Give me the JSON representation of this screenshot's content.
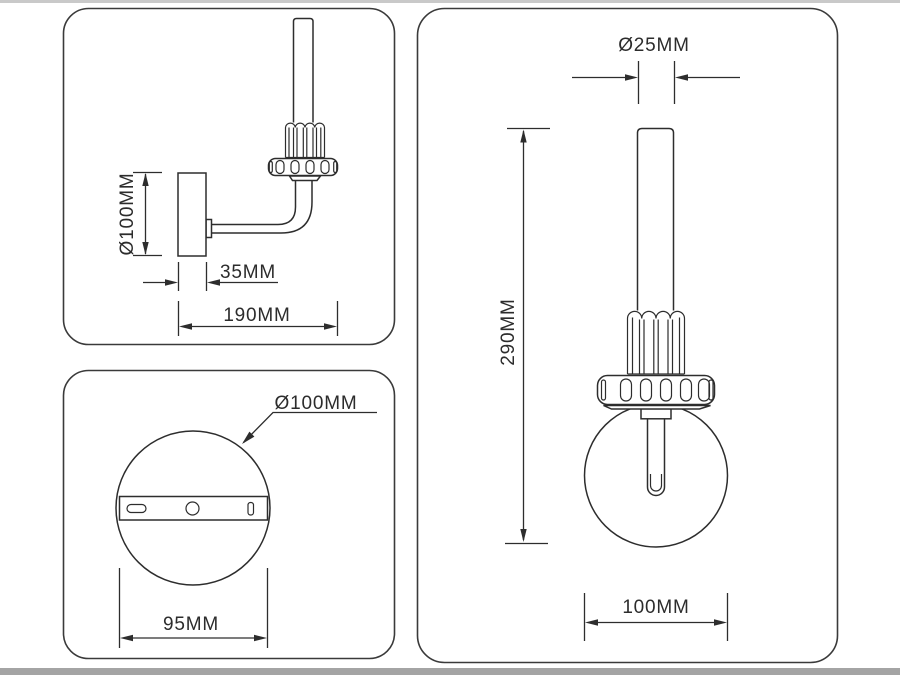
{
  "colors": {
    "line": "#2d2d2d",
    "text": "#2c2c2c",
    "background": "#ffffff",
    "top_strip": "#c9c9c9",
    "bottom_strip": "#a4a4a4"
  },
  "panels": {
    "side_view": {
      "labels": {
        "plate_diameter": "Ø100MM",
        "wall_offset": "35MM",
        "arm_length": "190MM"
      }
    },
    "back_view": {
      "labels": {
        "plate_diameter": "Ø100MM",
        "mount_spacing": "95MM"
      }
    },
    "front_view": {
      "labels": {
        "tube_diameter": "Ø25MM",
        "total_height": "290MM",
        "globe_width": "100MM"
      }
    }
  }
}
